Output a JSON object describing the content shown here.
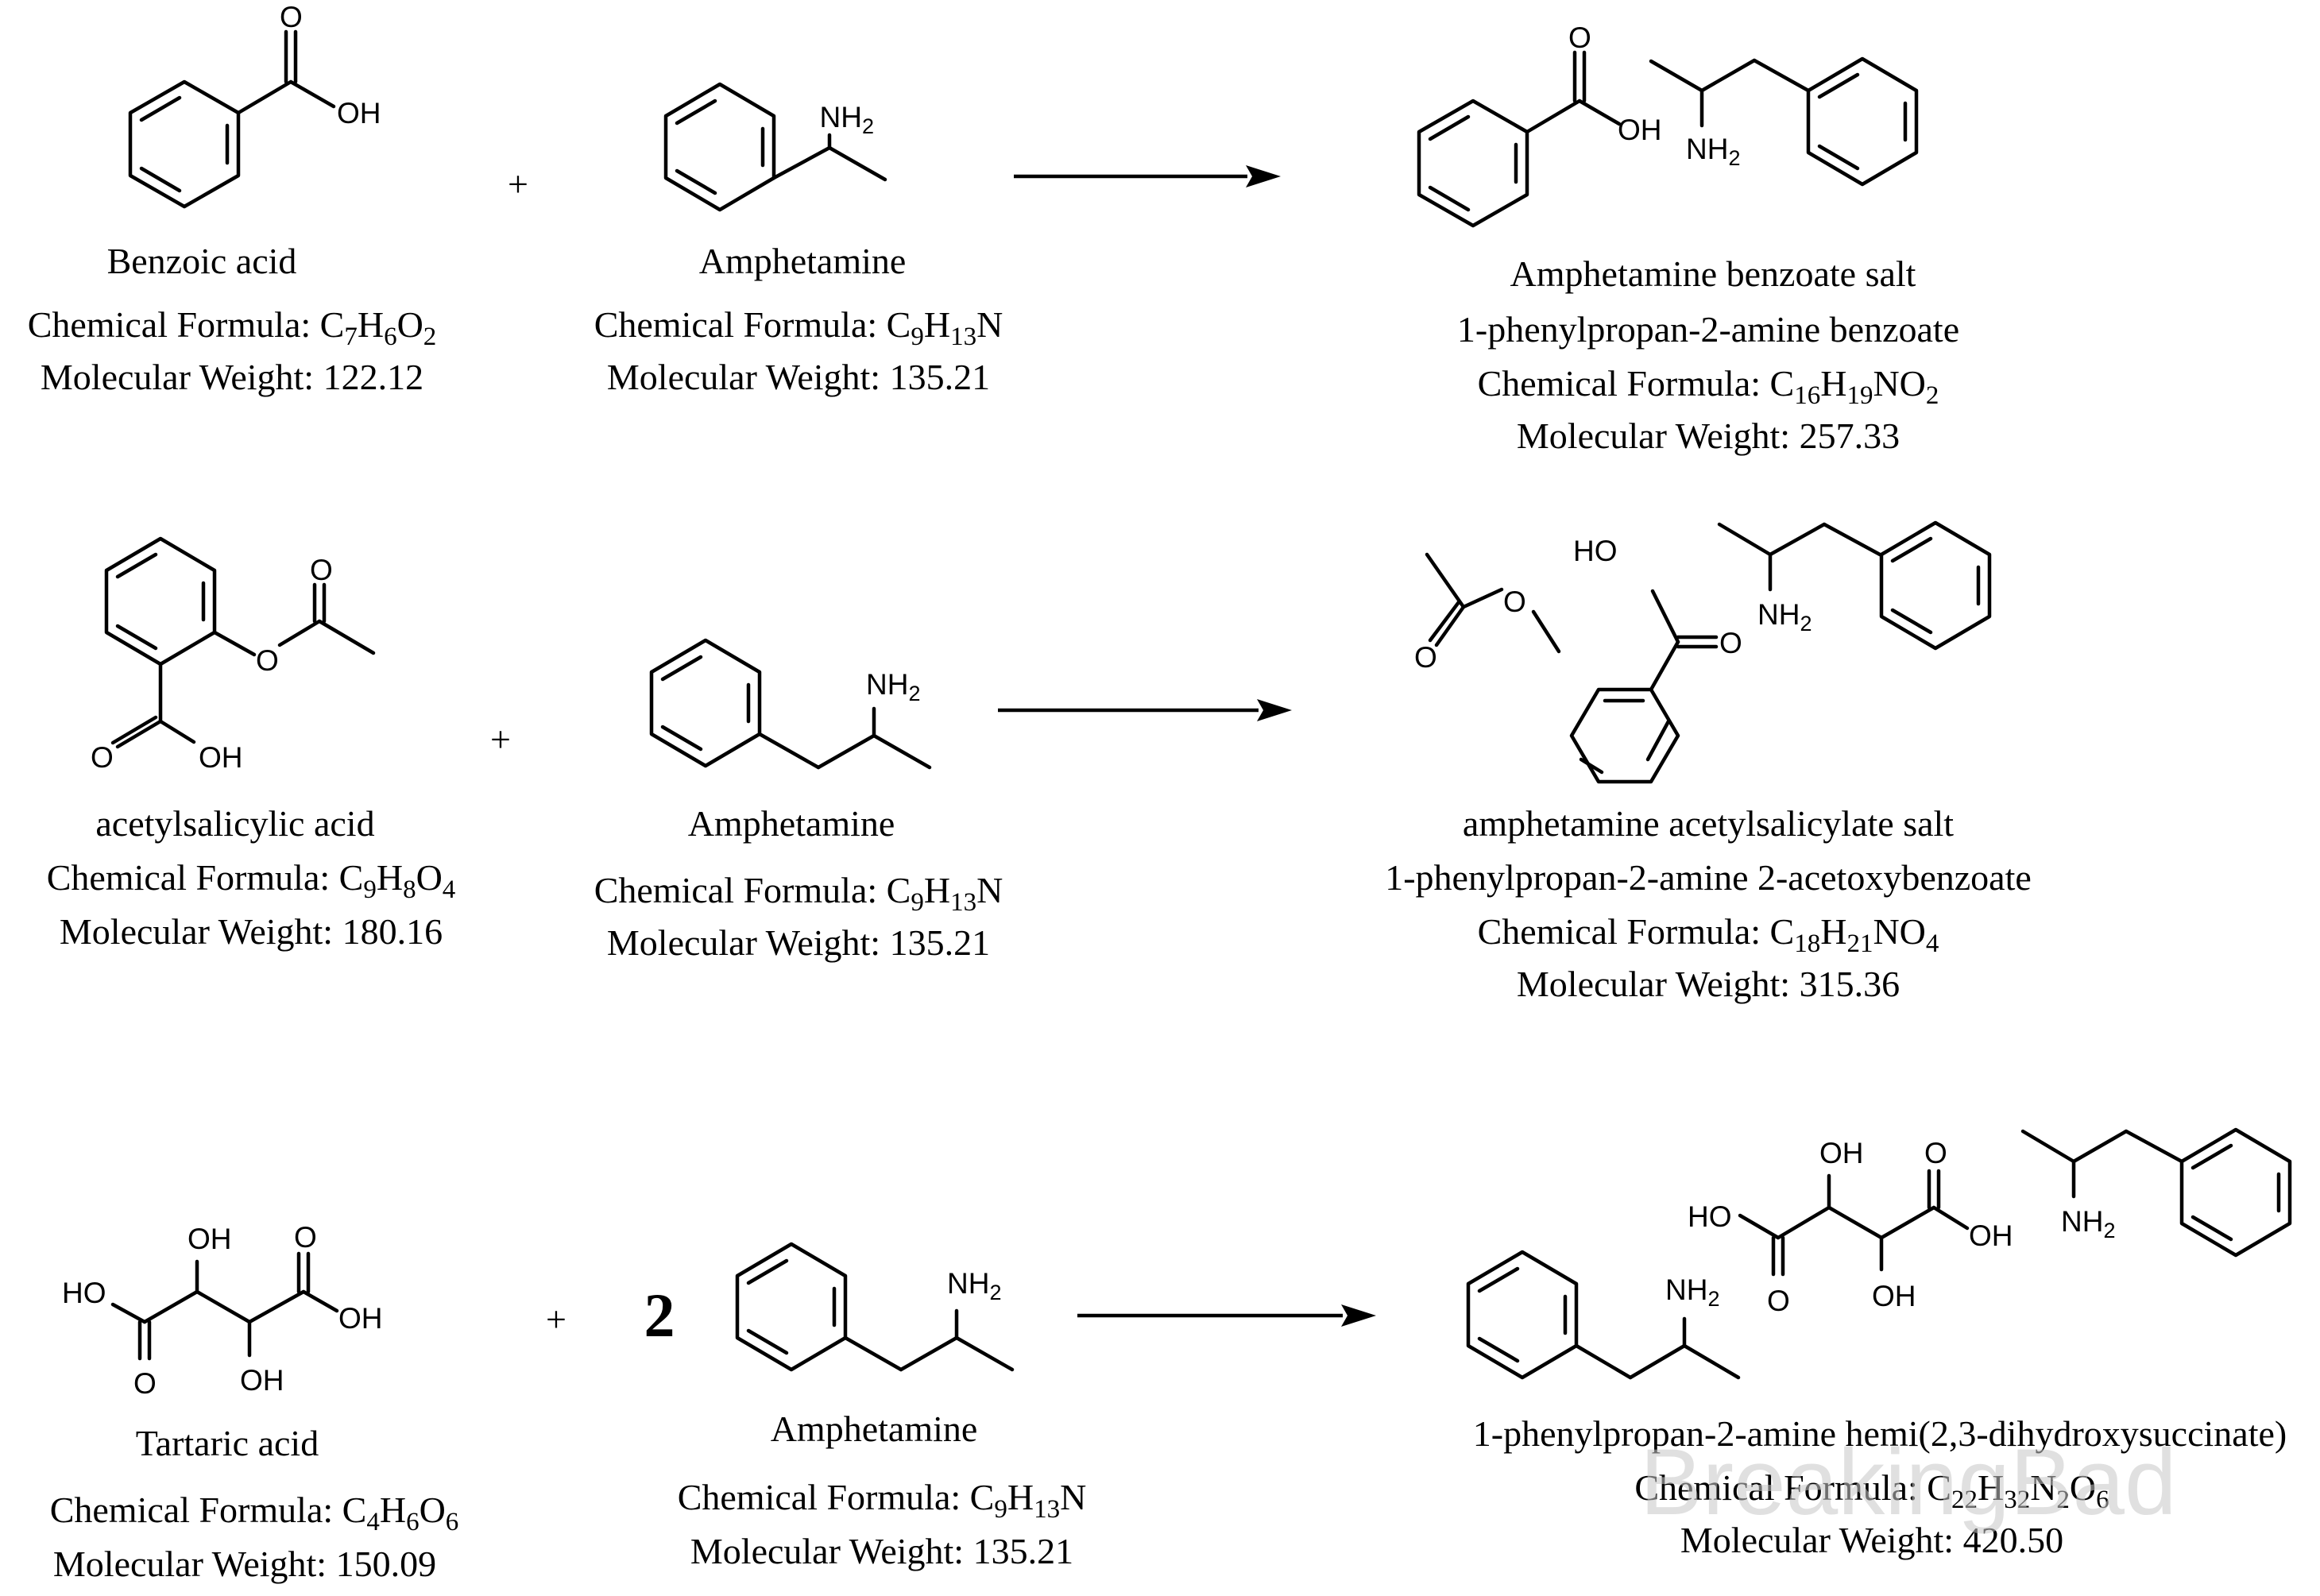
{
  "reactions": [
    {
      "reactant_a": {
        "name": "Benzoic acid",
        "formula_label": "Chemical Formula: ",
        "formula": [
          [
            "C",
            "7"
          ],
          [
            "H",
            "6"
          ],
          [
            "O",
            "2"
          ]
        ],
        "mw_label": "Molecular Weight: ",
        "mw": "122.12"
      },
      "operator": "+",
      "coefficient": "",
      "reactant_b": {
        "name": "Amphetamine",
        "formula_label": "Chemical Formula: ",
        "formula": [
          [
            "C",
            "9"
          ],
          [
            "H",
            "13"
          ],
          [
            "N",
            ""
          ]
        ],
        "mw_label": "Molecular Weight: ",
        "mw": "135.21"
      },
      "product": {
        "name": "Amphetamine benzoate salt",
        "iupac": "1-phenylpropan-2-amine benzoate",
        "formula_label": "Chemical Formula: ",
        "formula": [
          [
            "C",
            "16"
          ],
          [
            "H",
            "19"
          ],
          [
            "N",
            ""
          ],
          [
            "O",
            "2"
          ]
        ],
        "mw_label": "Molecular Weight: ",
        "mw": "257.33"
      }
    },
    {
      "reactant_a": {
        "name": "acetylsalicylic acid",
        "formula_label": "Chemical Formula: ",
        "formula": [
          [
            "C",
            "9"
          ],
          [
            "H",
            "8"
          ],
          [
            "O",
            "4"
          ]
        ],
        "mw_label": "Molecular Weight: ",
        "mw": "180.16"
      },
      "operator": "+",
      "coefficient": "",
      "reactant_b": {
        "name": "Amphetamine",
        "formula_label": "Chemical Formula: ",
        "formula": [
          [
            "C",
            "9"
          ],
          [
            "H",
            "13"
          ],
          [
            "N",
            ""
          ]
        ],
        "mw_label": "Molecular Weight: ",
        "mw": "135.21"
      },
      "product": {
        "name": "amphetamine acetylsalicylate salt",
        "iupac": "1-phenylpropan-2-amine 2-acetoxybenzoate",
        "formula_label": "Chemical Formula: ",
        "formula": [
          [
            "C",
            "18"
          ],
          [
            "H",
            "21"
          ],
          [
            "N",
            ""
          ],
          [
            "O",
            "4"
          ]
        ],
        "mw_label": "Molecular Weight: ",
        "mw": "315.36"
      }
    },
    {
      "reactant_a": {
        "name": "Tartaric acid",
        "formula_label": "Chemical Formula: ",
        "formula": [
          [
            "C",
            "4"
          ],
          [
            "H",
            "6"
          ],
          [
            "O",
            "6"
          ]
        ],
        "mw_label": "Molecular Weight: ",
        "mw": "150.09"
      },
      "operator": "+",
      "coefficient": "2",
      "reactant_b": {
        "name": "Amphetamine",
        "formula_label": "Chemical Formula: ",
        "formula": [
          [
            "C",
            "9"
          ],
          [
            "H",
            "13"
          ],
          [
            "N",
            ""
          ]
        ],
        "mw_label": "Molecular Weight: ",
        "mw": "135.21"
      },
      "product": {
        "name": "",
        "iupac": "1-phenylpropan-2-amine hemi(2,3-dihydroxysuccinate)",
        "formula_label": "Chemical Formula: ",
        "formula": [
          [
            "C",
            "22"
          ],
          [
            "H",
            "32"
          ],
          [
            "N",
            "2"
          ],
          [
            "O",
            "6"
          ]
        ],
        "mw_label": "Molecular Weight: ",
        "mw": "420.50"
      }
    }
  ],
  "atom_labels": {
    "oh": "OH",
    "ho": "HO",
    "o": "O",
    "nh": "NH",
    "two": "2"
  },
  "watermark": "BreakingBad"
}
